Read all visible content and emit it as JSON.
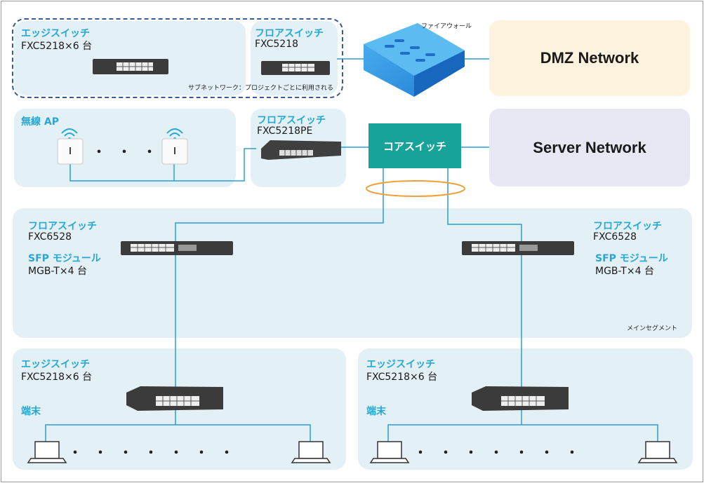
{
  "firewall_label": "ファイアウォール",
  "dmz_network": "DMZ Network",
  "server_network": "Server Network",
  "core_switch": "コアスイッチ",
  "top_group": {
    "edge_title": "エッジスイッチ",
    "edge_model": "FXC5218×6 台",
    "floor_title": "フロアスイッチ",
    "floor_model": "FXC5218",
    "subnet_note": "サブネットワーク：プロジェクトごとに利用される"
  },
  "wireless_group": {
    "ap_title": "無線 AP",
    "floor_title": "フロアスイッチ",
    "floor_model": "FXC5218PE",
    "dots": "・・・"
  },
  "main_segment": {
    "label": "メインセグメント",
    "left": {
      "title": "フロアスイッチ",
      "model": "FXC6528",
      "sfp_title": "SFP モジュール",
      "sfp_model": "MGB-T×4 台"
    },
    "right": {
      "title": "フロアスイッチ",
      "model": "FXC6528",
      "sfp_title": "SFP モジュール",
      "sfp_model": "MGB-T×4 台"
    }
  },
  "bottom_left": {
    "title": "エッジスイッチ",
    "model": "FXC5218×6 台",
    "terminal": "端末",
    "dots": "・・・・・・・"
  },
  "bottom_right": {
    "title": "エッジスイッチ",
    "model": "FXC5218×6 台",
    "terminal": "端末",
    "dots": "・・・・・・・"
  },
  "colors": {
    "panel": "#e3f1f6",
    "accent_text": "#27a8d4",
    "core": "#17a39a",
    "dmz": "#fdf3de",
    "server": "#e8e7f4",
    "line": "#2c9ed3",
    "ring": "#f0a03a"
  }
}
